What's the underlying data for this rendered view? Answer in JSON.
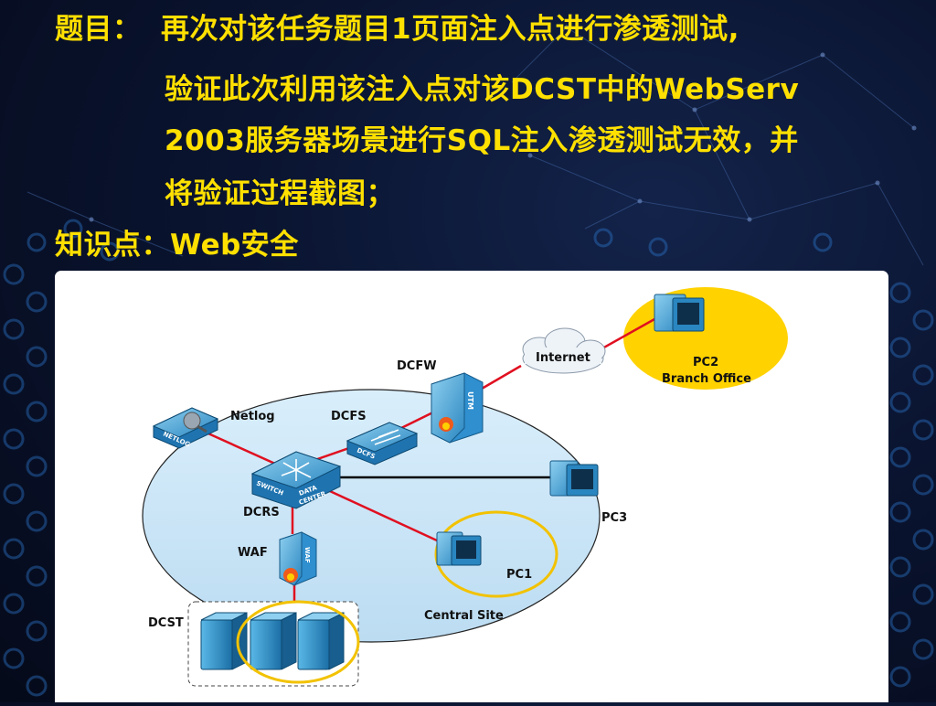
{
  "slide": {
    "title_prefix": "题目：",
    "title_lines": [
      "再次对该任务题目1页面注入点进行渗透测试,",
      "验证此次利用该注入点对该DCST中的WebServ",
      "2003服务器场景进行SQL注入渗透测试无效，并",
      "将验证过程截图；"
    ],
    "knowledge_point": "知识点：Web安全"
  },
  "diagram": {
    "nodes": {
      "internet": "Internet",
      "pc2": "PC2",
      "branch_office": "Branch Office",
      "dcfw": "DCFW",
      "netlog": "Netlog",
      "dcfs": "DCFS",
      "dcrs": "DCRS",
      "pc3": "PC3",
      "waf": "WAF",
      "pc1": "PC1",
      "central_site": "Central Site",
      "dcst": "DCST"
    },
    "device_text": {
      "utm": "UTM",
      "netlog_box": "NETLOG",
      "dcfs_box": "DCFS",
      "switch": "SWITCH",
      "data": "DATA",
      "center": "CENTER",
      "waf_box": "WAF"
    },
    "colors": {
      "title": "#ffe000",
      "link_red": "#e01020",
      "link_black": "#000000",
      "site_ellipse": "#cfe8f8",
      "highlight": "#f2c200",
      "branch_fill": "#ffd200"
    }
  }
}
